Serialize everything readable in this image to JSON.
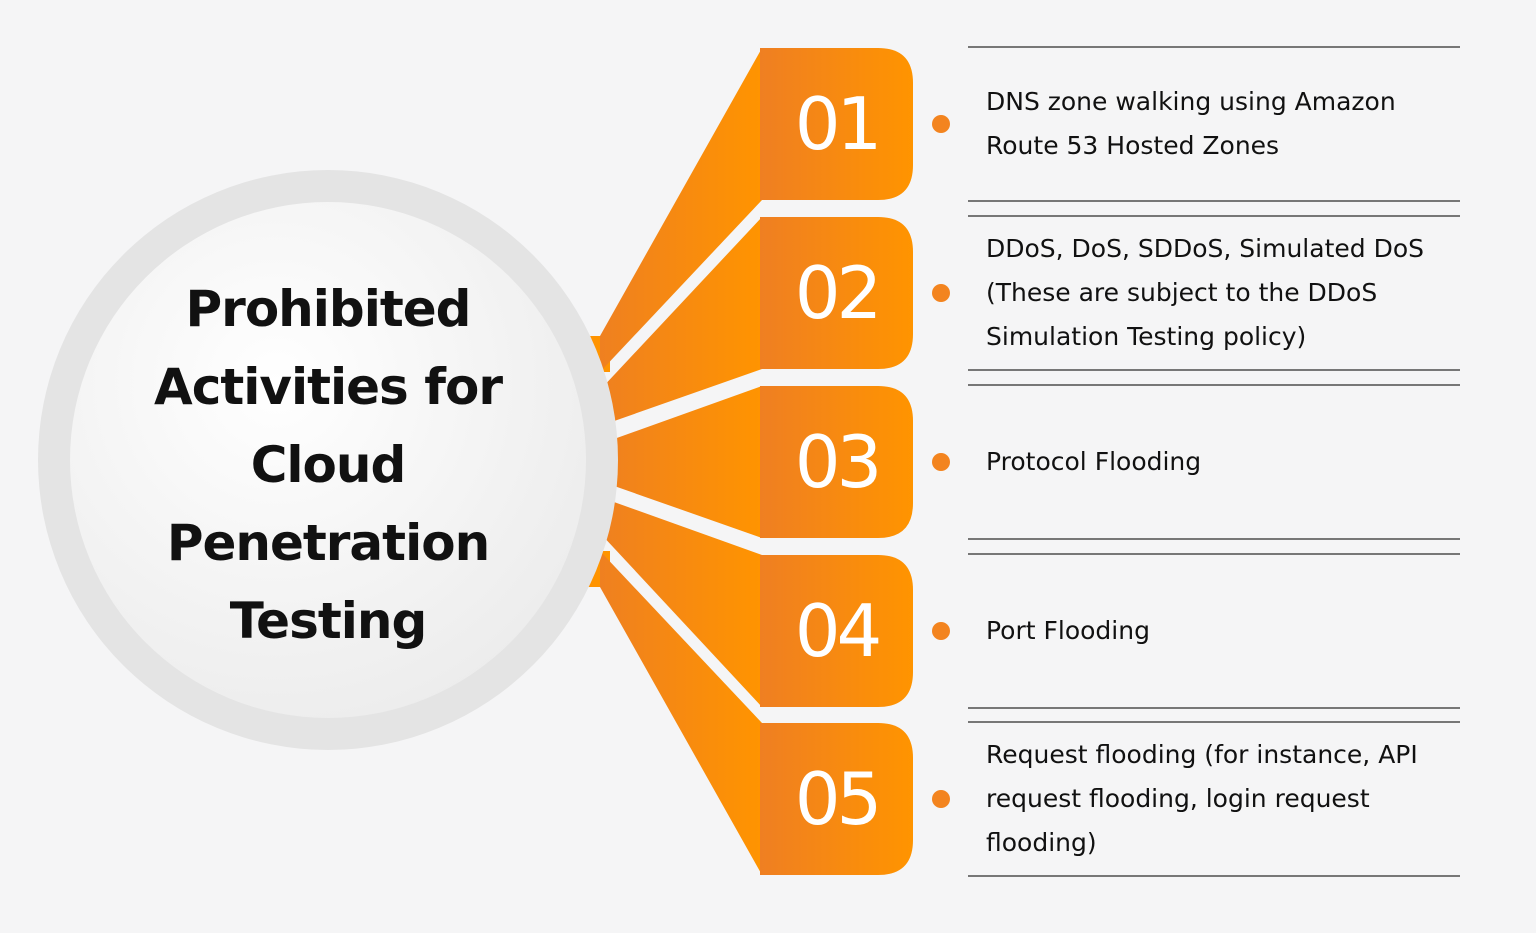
{
  "title": "Prohibited Activities for Cloud Penetration Testing",
  "colors": {
    "accent": "#ff9400",
    "accent_dark": "#ef7f22",
    "text": "#111111",
    "background": "#f5f5f6"
  },
  "items": [
    {
      "number": "01",
      "text": "DNS zone walking using Amazon Route 53 Hosted Zones"
    },
    {
      "number": "02",
      "text": "DDoS, DoS, SDDoS, Simulated DoS (These are subject to the DDoS Simulation Testing policy)"
    },
    {
      "number": "03",
      "text": "Protocol Flooding"
    },
    {
      "number": "04",
      "text": "Port Flooding"
    },
    {
      "number": "05",
      "text": "Request flooding (for instance, API request flooding, login request flooding)"
    }
  ]
}
